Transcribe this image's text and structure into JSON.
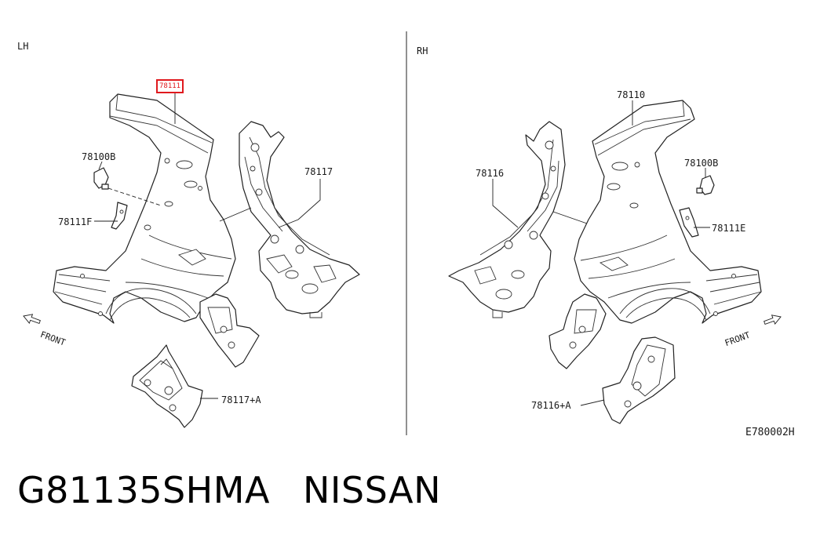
{
  "diagram": {
    "side_left": "LH",
    "side_right": "RH",
    "diagram_code": "E780002H",
    "front_label": "FRONT",
    "accent_color": "#e0191e",
    "callouts": {
      "lh_78111": "78111",
      "lh_78100B": "78100B",
      "lh_78111F": "78111F",
      "lh_78117": "78117",
      "lh_78117A": "78117+A",
      "rh_78110": "78110",
      "rh_78100B": "78100B",
      "rh_78111E": "78111E",
      "rh_78116": "78116",
      "rh_78116A": "78116+A"
    },
    "highlighted_callout": "78111"
  },
  "footer": {
    "part_number": "G81135SHMA",
    "brand": "NISSAN"
  }
}
